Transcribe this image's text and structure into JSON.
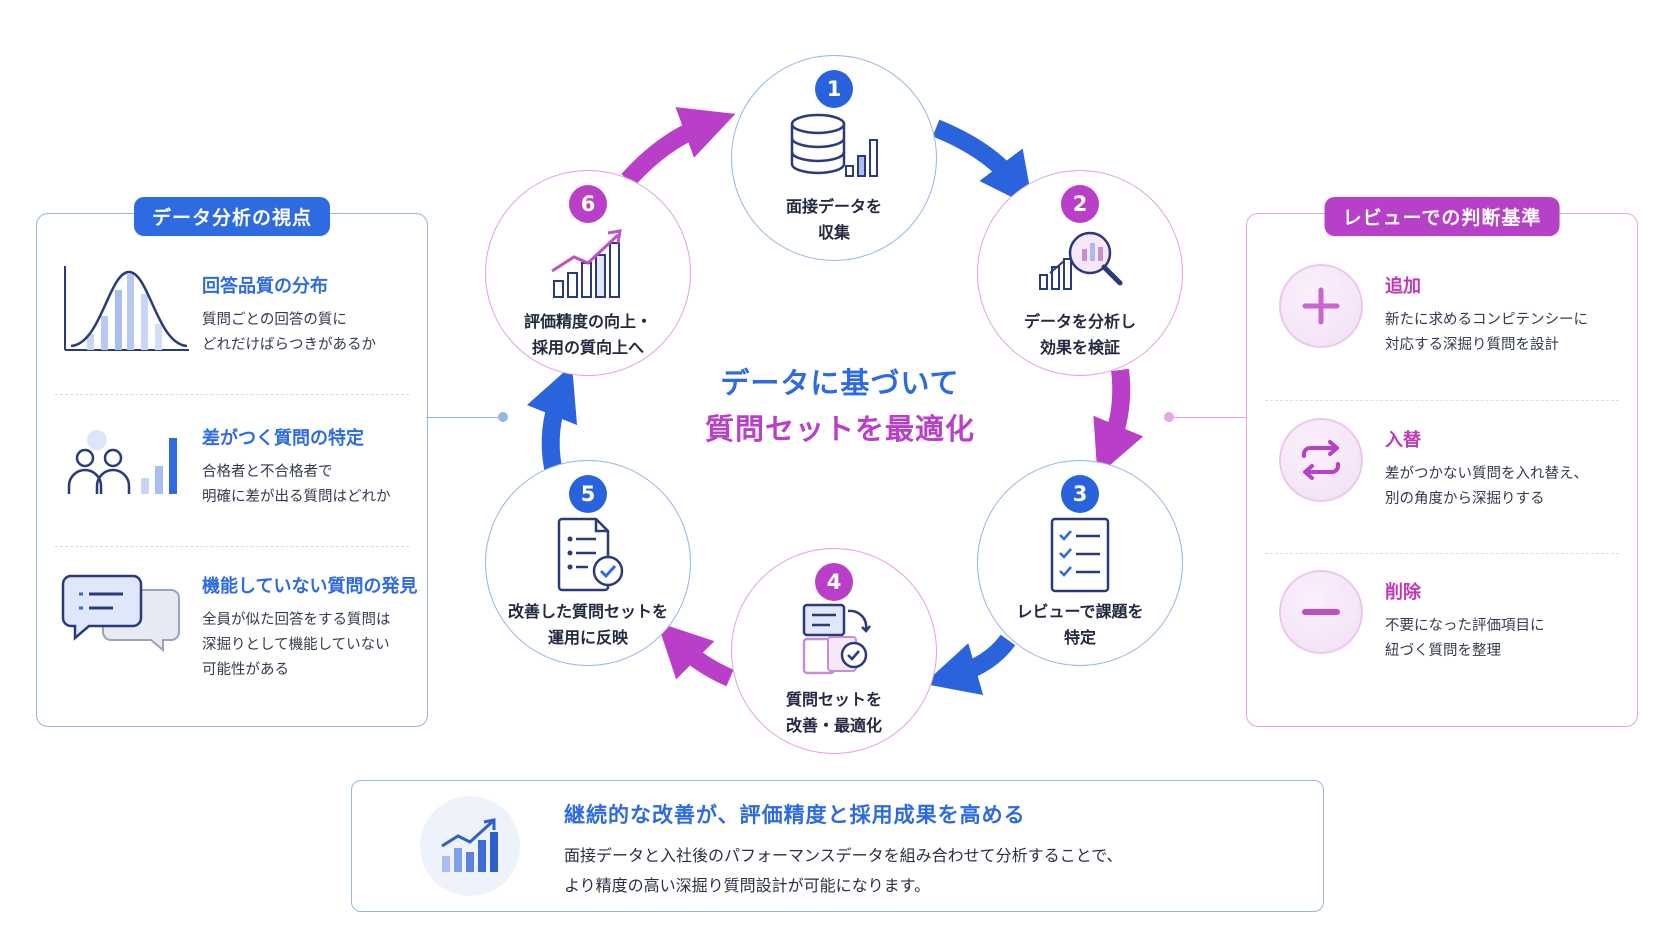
{
  "left_panel": {
    "title": "データ分析の視点",
    "items": [
      {
        "icon": "bell-curve-chart-icon",
        "title": "回答品質の分布",
        "desc": "質問ごとの回答の質に\nどれだけばらつきがあるか"
      },
      {
        "icon": "people-bar-chart-icon",
        "title": "差がつく質問の特定",
        "desc": "合格者と不合格者で\n明確に差が出る質問はどれか"
      },
      {
        "icon": "chat-bubbles-icon",
        "title": "機能していない質問の発見",
        "desc": "全員が似た回答をする質問は\n深掘りとして機能していない\n可能性がある"
      }
    ]
  },
  "right_panel": {
    "title": "レビューでの判断基準",
    "items": [
      {
        "icon": "plus-icon",
        "title": "追加",
        "desc": "新たに求めるコンピテンシーに\n対応する深掘り質問を設計"
      },
      {
        "icon": "swap-icon",
        "title": "入替",
        "desc": "差がつかない質問を入れ替え、\n別の角度から深掘りする"
      },
      {
        "icon": "minus-icon",
        "title": "削除",
        "desc": "不要になった評価項目に\n紐づく質問を整理"
      }
    ]
  },
  "cycle": {
    "center_line1": "データに基づいて",
    "center_line2": "質問セットを最適化",
    "steps": [
      {
        "num": "1",
        "label": "面接データを\n収集",
        "icon": "database-icon"
      },
      {
        "num": "2",
        "label": "データを分析し\n効果を検証",
        "icon": "magnifier-chart-icon"
      },
      {
        "num": "3",
        "label": "レビューで課題を\n特定",
        "icon": "checklist-icon"
      },
      {
        "num": "4",
        "label": "質問セットを\n改善・最適化",
        "icon": "document-refresh-icon"
      },
      {
        "num": "5",
        "label": "改善した質問セットを\n運用に反映",
        "icon": "clipboard-check-icon"
      },
      {
        "num": "6",
        "label": "評価精度の向上・\n採用の質向上へ",
        "icon": "trend-chart-icon"
      }
    ]
  },
  "bottom": {
    "icon": "growth-chart-icon",
    "title": "継続的な改善が、評価精度と採用成果を高める",
    "desc": "面接データと入社後のパフォーマンスデータを組み合わせて分析することで、\nより精度の高い深掘り質問設計が可能になります。"
  },
  "colors": {
    "blue": "#2f6be0",
    "pink": "#b93fc9"
  }
}
